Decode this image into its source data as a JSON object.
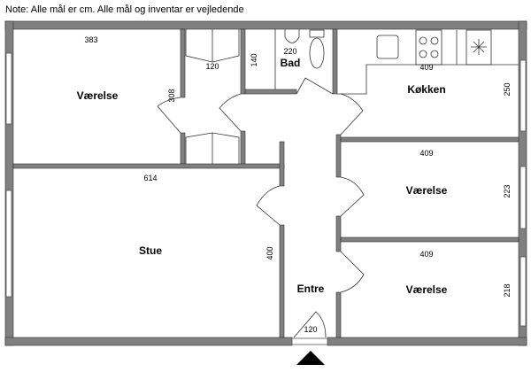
{
  "note": "Note: Alle mål er cm. Alle mål og inventar er vejledende",
  "rooms": {
    "bedroom1": {
      "label": "Værelse",
      "width": "383",
      "depth": "308"
    },
    "closet": {
      "width": "120"
    },
    "bathroom": {
      "label": "Bad",
      "width": "220",
      "depth": "140"
    },
    "kitchen": {
      "label": "Køkken",
      "width": "409",
      "depth": "250"
    },
    "living": {
      "label": "Stue",
      "width": "614",
      "depth": "400"
    },
    "bedroom2": {
      "label": "Værelse",
      "width": "409",
      "depth": "223"
    },
    "bedroom3": {
      "label": "Værelse",
      "width": "409",
      "depth": "218"
    },
    "entry": {
      "label": "Entre",
      "door_width": "120"
    }
  }
}
